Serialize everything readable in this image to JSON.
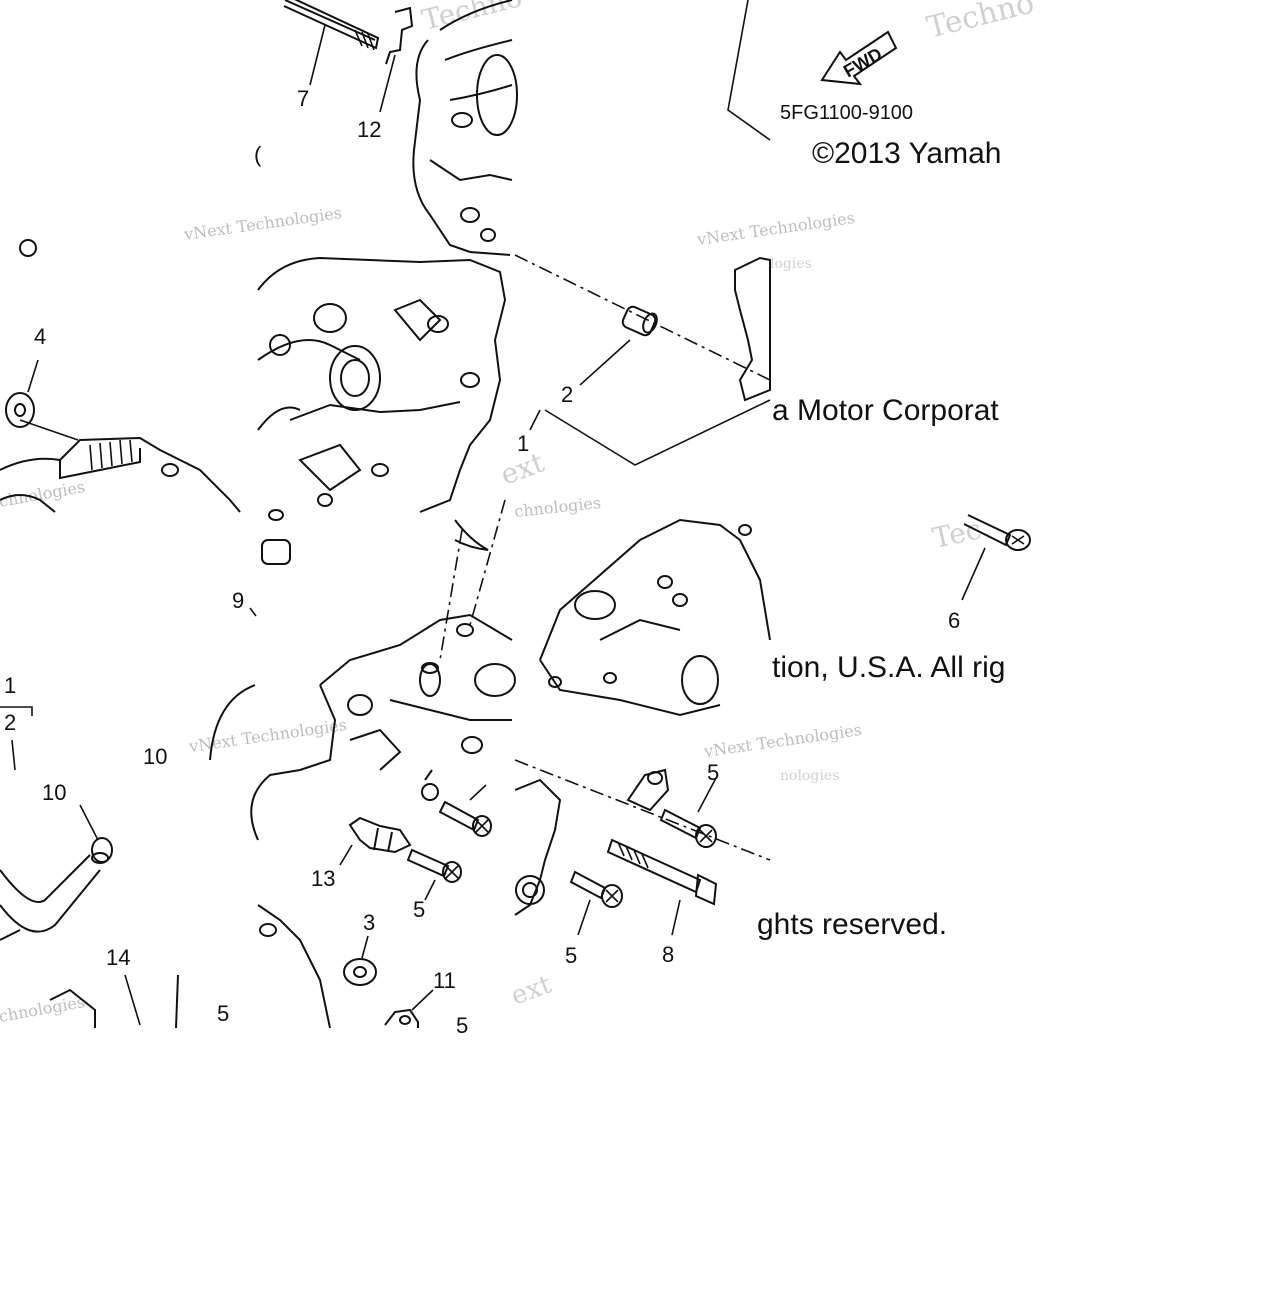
{
  "part_number": "5FG1100-9100",
  "fwd_label": "FWD",
  "copyright": {
    "line1": "©2013 Yamah",
    "line2": "a Motor Corporat",
    "line3": "tion, U.S.A. All rig",
    "line4": "ghts reserved."
  },
  "callouts": {
    "c7": "7",
    "c12": "12",
    "c4": "4",
    "c2": "2",
    "c1": "1",
    "c6": "6",
    "c9": "9",
    "c1b": "1",
    "c2b": "2",
    "c10a": "10",
    "c10b": "10",
    "c13": "13",
    "c5a": "5",
    "c3": "3",
    "c11": "11",
    "c5b": "5",
    "c5c": "5",
    "c8": "8",
    "c14": "14",
    "c5d": "5",
    "c5e": "5"
  },
  "watermark": {
    "brand": "Techno",
    "brand_b": "Techno",
    "company": "vNext Technologies",
    "company_b": "vNext Technologies",
    "company_c": "vNext Technologies",
    "company_d": "vNext Technologies",
    "fragment_tech": "chnologies",
    "fragment_tech_b": "chnologies",
    "fragment_tech_c": "chnologies",
    "fragment_ies": "logies",
    "fragment_ies_b": "nologies",
    "fragment_next": "ext",
    "fragment_next_b": "ext"
  }
}
